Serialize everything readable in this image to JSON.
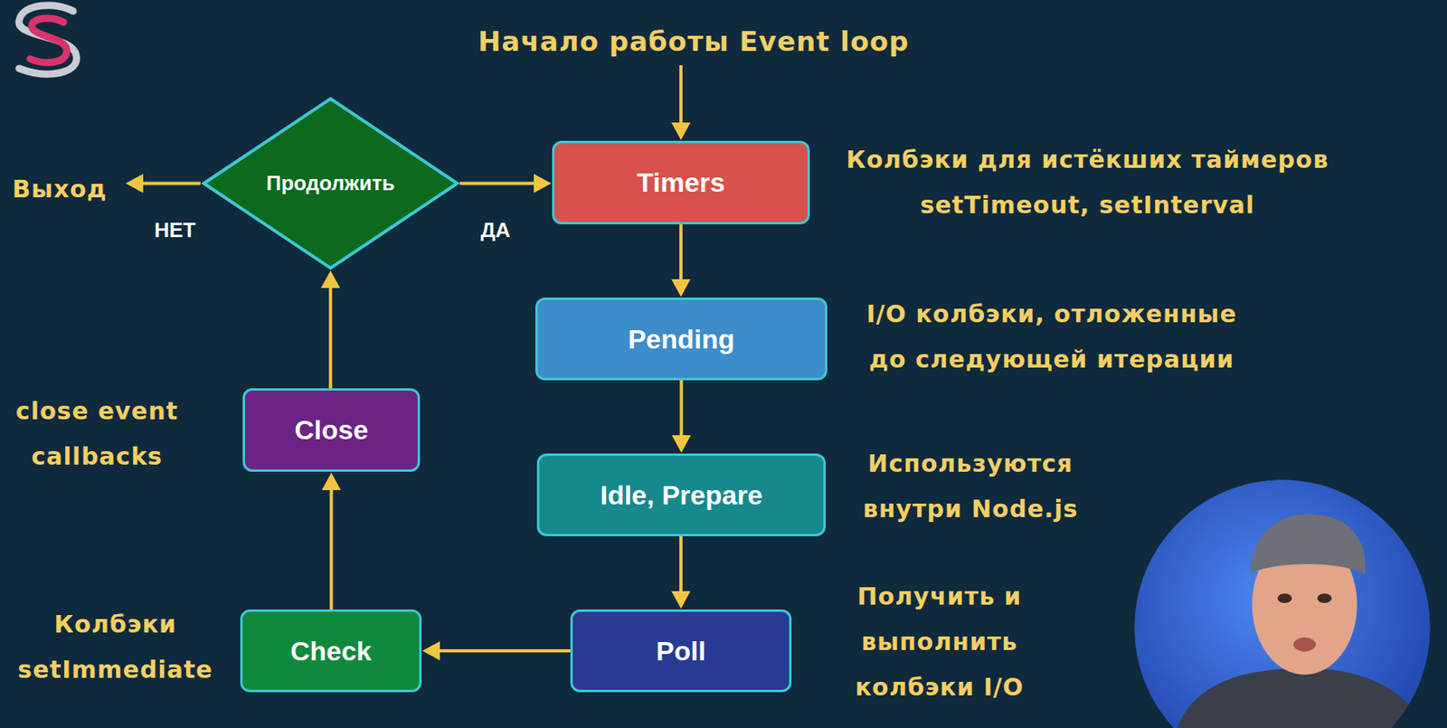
{
  "diagram": {
    "title": "Начало работы Event loop",
    "nodes": [
      {
        "text": [
          "Продолжить"
        ]
      },
      {
        "text": [
          "Timers"
        ]
      },
      {
        "text": [
          "Pending"
        ]
      },
      {
        "text": [
          "Idle, Prepare"
        ]
      },
      {
        "text": [
          "Poll"
        ]
      },
      {
        "text": [
          "Check"
        ]
      },
      {
        "text": [
          "Close"
        ]
      }
    ],
    "edges": [
      {
        "from": 0,
        "to": 1,
        "label": "ДА",
        "arrow": "to"
      },
      {
        "from": 1,
        "to": 2,
        "arrow": "to"
      },
      {
        "from": 2,
        "to": 3,
        "arrow": "to"
      },
      {
        "from": 3,
        "to": 4,
        "arrow": "to"
      },
      {
        "from": 4,
        "to": 5,
        "arrow": "to"
      },
      {
        "from": 5,
        "to": 6,
        "arrow": "to"
      },
      {
        "from": 6,
        "to": 0,
        "arrow": "to"
      }
    ],
    "labels": [
      "Колбэки для истёкших таймеров setTimeout, setInterval",
      "Выход",
      "НЕТ",
      "I/O колбэки, отложенные до следующей итерации",
      "close event callbacks",
      "Используются внутри Node.js",
      "Получить и выполнить колбэки I/O",
      "Колбэки setImmediate"
    ]
  }
}
